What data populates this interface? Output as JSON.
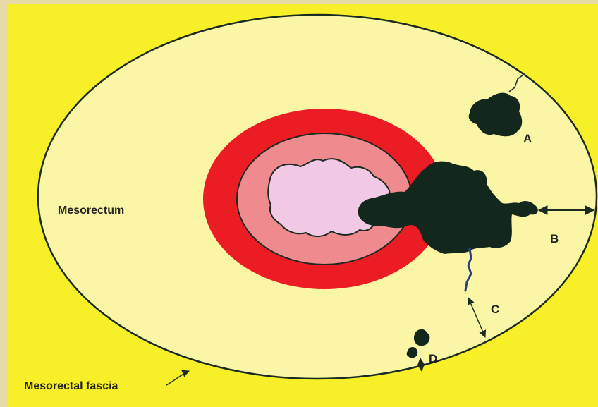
{
  "labels": {
    "mesorectum": "Mesorectum",
    "mesorectal_fascia": "Mesorectal fascia",
    "a": "A",
    "b": "B",
    "c": "C",
    "d": "D"
  },
  "colors": {
    "frame": "#e8d9a8",
    "background": "#f7ef27",
    "mesorectum": "#fbf6a6",
    "outline": "#1b2b22",
    "muscle_outer": "#ec1c24",
    "muscle_inner": "#ef8a8f",
    "lumen": "#f2c9e4",
    "tumor": "#13271c",
    "vessel": "#2a3f8f"
  }
}
